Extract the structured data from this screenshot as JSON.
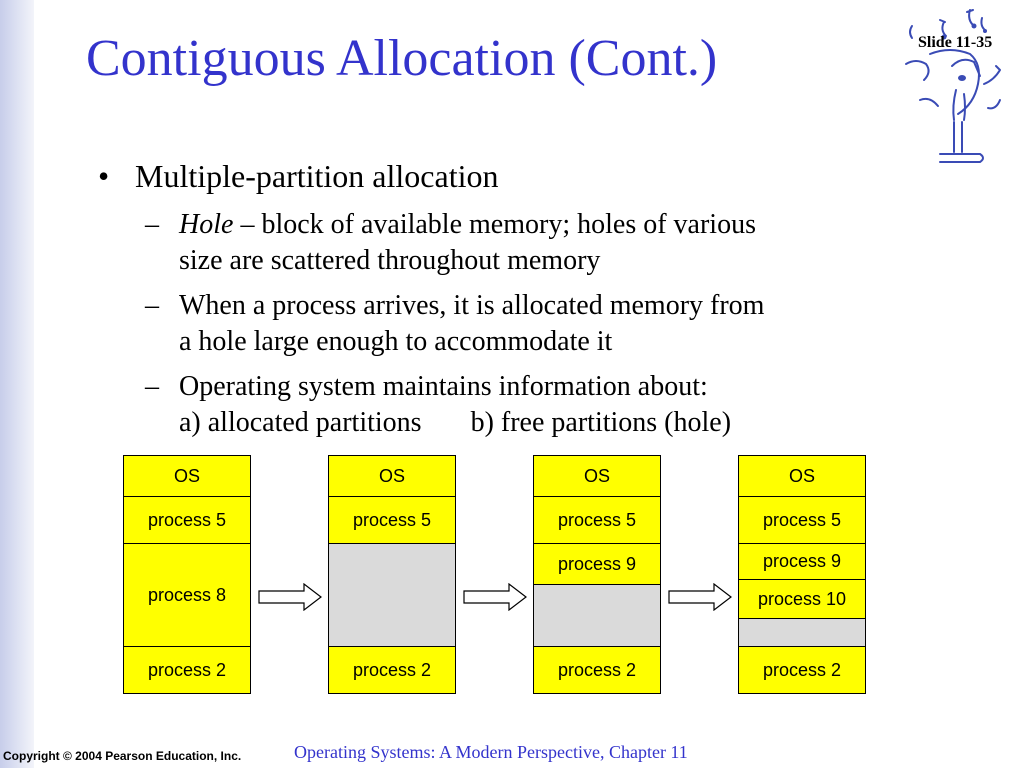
{
  "slide": {
    "title": "Contiguous Allocation (Cont.)",
    "number": "Slide 11-35"
  },
  "bullets": {
    "main": "Multiple-partition allocation",
    "bullet_glyph": "•",
    "dash_glyph": "–",
    "sub1": {
      "term": "Hole",
      "line1_rest": " – block of available memory; holes of various",
      "line2": "size are scattered throughout memory"
    },
    "sub2": {
      "line1": "When a process arrives, it is allocated memory from",
      "line2": "a hole large enough to accommodate it"
    },
    "sub3": {
      "line1": "Operating system maintains information about:",
      "line2a": "a) allocated partitions",
      "line2b": "b) free partitions (hole)"
    }
  },
  "diagram": {
    "columns": [
      {
        "cells": [
          {
            "label": "OS"
          },
          {
            "label": "process 5"
          },
          {
            "label": "process 8"
          },
          {
            "label": "process 2"
          }
        ]
      },
      {
        "cells": [
          {
            "label": "OS"
          },
          {
            "label": "process 5"
          },
          {
            "label": ""
          },
          {
            "label": "process 2"
          }
        ]
      },
      {
        "cells": [
          {
            "label": "OS"
          },
          {
            "label": "process 5"
          },
          {
            "label": "process 9"
          },
          {
            "label": ""
          },
          {
            "label": "process 2"
          }
        ]
      },
      {
        "cells": [
          {
            "label": "OS"
          },
          {
            "label": "process 5"
          },
          {
            "label": "process 9"
          },
          {
            "label": "process 10"
          },
          {
            "label": ""
          },
          {
            "label": "process 2"
          }
        ]
      }
    ]
  },
  "colors": {
    "title": "#3333cc",
    "partition": "#ffff00",
    "hole": "#dadada",
    "logo": "#3a4bb5"
  },
  "icons": {
    "logo": "dinosaur-music-logo-icon",
    "arrow": "right-arrow-icon"
  },
  "footer": {
    "copyright": "Copyright © 2004 Pearson Education, Inc.",
    "book": "Operating Systems: A Modern Perspective, Chapter 11"
  }
}
